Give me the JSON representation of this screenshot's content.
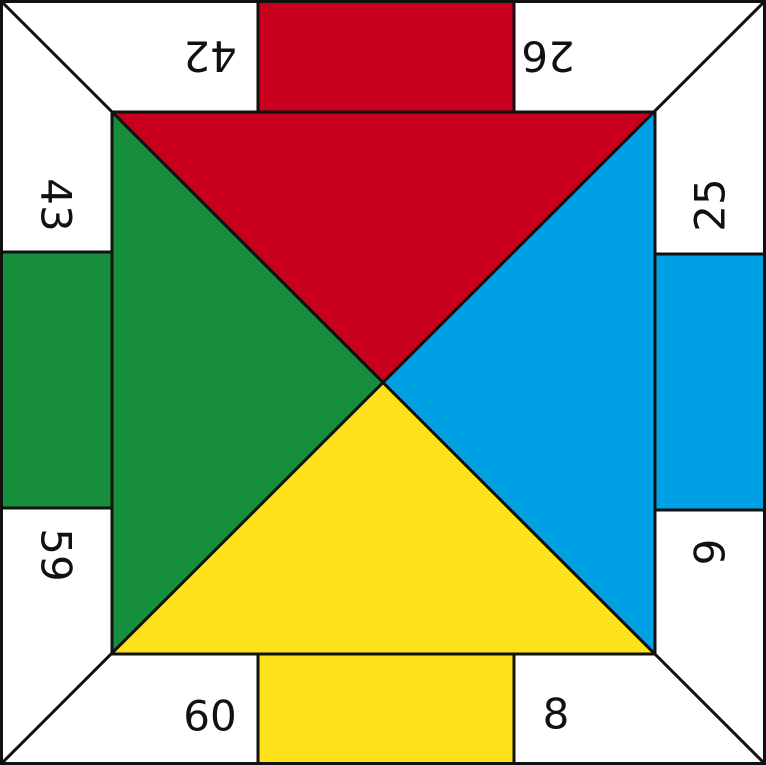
{
  "board": {
    "colors": {
      "red": "#c8001e",
      "green": "#168e3c",
      "blue": "#00a0e4",
      "yellow": "#fde21b",
      "white": "#ffffff",
      "line": "#111111"
    },
    "numbers": {
      "top_left": "42",
      "top_right": "26",
      "right_top": "25",
      "right_bottom": "9",
      "bottom_right": "8",
      "bottom_left": "60",
      "left_bottom": "59",
      "left_top": "43"
    }
  }
}
